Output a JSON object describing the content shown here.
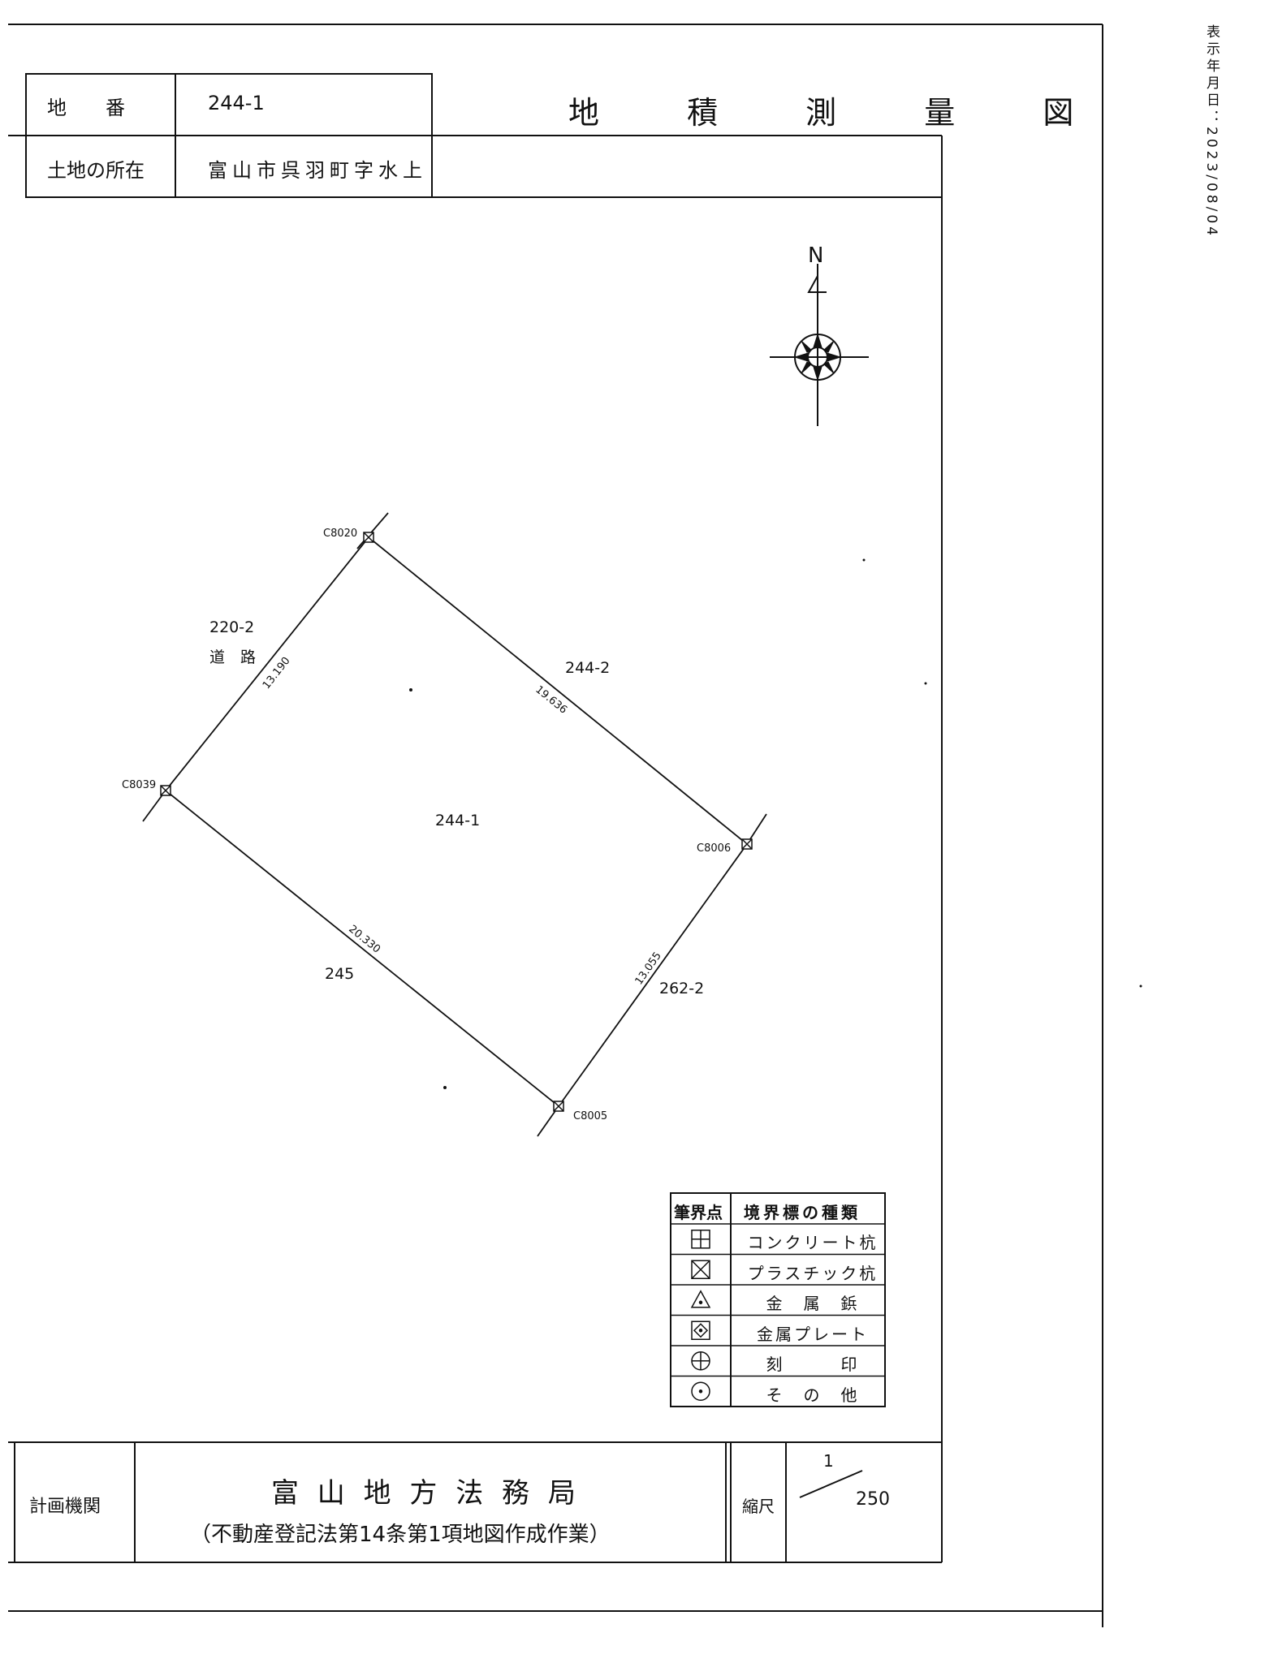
{
  "header": {
    "timestamp": "表示年月日：2023/08/04",
    "title": "地 積 測 量 図",
    "parcel_label": "地　　番",
    "parcel_value": "244-1",
    "location_label": "土地の所在",
    "location_value": "富山市呉羽町字水上"
  },
  "plan": {
    "north": "N",
    "parcel_main": "244-1",
    "adjacent": {
      "road_number": "220-2",
      "road_label": "道　路",
      "north_east": "244-2",
      "south_east": "262-2",
      "south_west": "245"
    },
    "points": {
      "top": "C8020",
      "left": "C8039",
      "right": "C8006",
      "bottom": "C8005"
    },
    "distances": {
      "left_top": "13.190",
      "top_right": "19.636",
      "left_bottom": "20.330",
      "bottom_right": "13.055"
    }
  },
  "legend": {
    "header_point": "筆界点",
    "header_type": "境界標の種類",
    "rows": [
      {
        "symbol": "square-plus",
        "label": "コンクリート杭"
      },
      {
        "symbol": "square-x",
        "label": "プラスチック杭"
      },
      {
        "symbol": "triangle-dot",
        "label": "金　属　鋲"
      },
      {
        "symbol": "square-diamond",
        "label": "金属プレート"
      },
      {
        "symbol": "circle-plus",
        "label": "刻　　　印"
      },
      {
        "symbol": "circle-dot",
        "label": "そ　の　他"
      }
    ]
  },
  "footer": {
    "agency_label": "計画機関",
    "agency_name": "富 山 地 方 法 務 局",
    "agency_note": "（不動産登記法第14条第1項地図作成作業）",
    "scale_label": "縮尺",
    "scale_numerator": "1",
    "scale_denominator": "250"
  }
}
